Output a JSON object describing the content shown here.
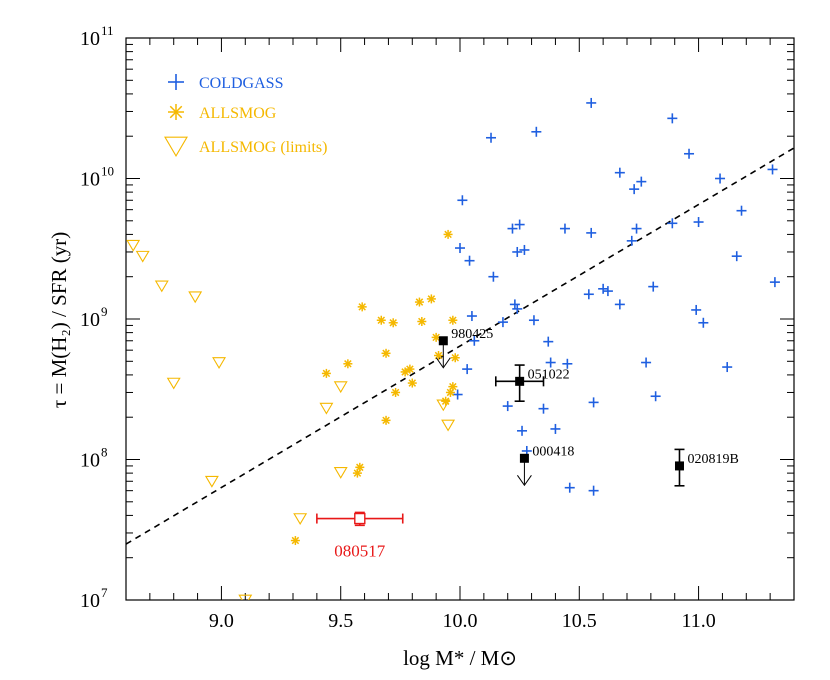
{
  "chart_data": {
    "type": "scatter",
    "xlabel": "log M* / M⊙",
    "ylabel": "τ = M(H₂) / SFR (yr)",
    "xlim": [
      8.6,
      11.4
    ],
    "ylim": [
      10000000,
      100000000000
    ],
    "yscale": "log",
    "x_ticks": [
      9.0,
      9.5,
      10.0,
      10.5,
      11.0
    ],
    "x_tick_labels": [
      "9.0",
      "9.5",
      "10.0",
      "10.5",
      "11.0"
    ],
    "y_ticks": [
      10000000,
      100000000,
      1000000000,
      10000000000,
      100000000000
    ],
    "y_tick_labels": [
      [
        "10",
        "7"
      ],
      [
        "10",
        "8"
      ],
      [
        "10",
        "9"
      ],
      [
        "10",
        "10"
      ],
      [
        "10",
        "11"
      ]
    ],
    "grid": false,
    "legend_position": "top-left",
    "colors": {
      "coldgass": "#1f5fe0",
      "allsmog": "#f5b800",
      "red": "#e81818",
      "black": "#000000"
    },
    "series": [
      {
        "name": "COLDGASS",
        "marker": "plus",
        "points": [
          [
            9.99,
            290000000
          ],
          [
            10.0,
            3200000000
          ],
          [
            10.01,
            7000000000
          ],
          [
            10.03,
            440000000
          ],
          [
            10.04,
            2600000000
          ],
          [
            10.05,
            1050000000
          ],
          [
            10.06,
            700000000
          ],
          [
            10.13,
            19500000000
          ],
          [
            10.14,
            2000000000
          ],
          [
            10.18,
            950000000
          ],
          [
            10.2,
            240000000
          ],
          [
            10.22,
            4400000000
          ],
          [
            10.23,
            1270000000
          ],
          [
            10.24,
            1180000000
          ],
          [
            10.24,
            3000000000
          ],
          [
            10.25,
            4700000000
          ],
          [
            10.26,
            160000000
          ],
          [
            10.27,
            3100000000
          ],
          [
            10.28,
            115000000
          ],
          [
            10.31,
            980000000
          ],
          [
            10.32,
            21500000000
          ],
          [
            10.35,
            230000000
          ],
          [
            10.37,
            690000000
          ],
          [
            10.38,
            490000000
          ],
          [
            10.4,
            165000000
          ],
          [
            10.44,
            4400000000
          ],
          [
            10.45,
            480000000
          ],
          [
            10.46,
            63000000
          ],
          [
            10.54,
            1500000000
          ],
          [
            10.55,
            34500000000
          ],
          [
            10.55,
            4100000000
          ],
          [
            10.56,
            60000000
          ],
          [
            10.56,
            255000000
          ],
          [
            10.6,
            1640000000
          ],
          [
            10.62,
            1580000000
          ],
          [
            10.67,
            11000000000
          ],
          [
            10.67,
            1270000000
          ],
          [
            10.72,
            3600000000
          ],
          [
            10.73,
            8400000000
          ],
          [
            10.74,
            4400000000
          ],
          [
            10.76,
            9500000000
          ],
          [
            10.78,
            490000000
          ],
          [
            10.81,
            1700000000
          ],
          [
            10.82,
            282000000
          ],
          [
            10.89,
            26800000000
          ],
          [
            10.89,
            4800000000
          ],
          [
            10.96,
            15000000000
          ],
          [
            10.99,
            1160000000
          ],
          [
            11.0,
            4900000000
          ],
          [
            11.02,
            940000000
          ],
          [
            11.09,
            10000000000
          ],
          [
            11.12,
            455000000
          ],
          [
            11.16,
            2800000000
          ],
          [
            11.18,
            5900000000
          ],
          [
            11.31,
            11600000000
          ],
          [
            11.32,
            1830000000
          ]
        ]
      },
      {
        "name": "ALLSMOG",
        "marker": "asterisk",
        "points": [
          [
            9.31,
            26500000
          ],
          [
            9.44,
            410000000
          ],
          [
            9.53,
            480000000
          ],
          [
            9.57,
            80000000
          ],
          [
            9.58,
            88000000
          ],
          [
            9.59,
            1220000000
          ],
          [
            9.67,
            980000000
          ],
          [
            9.69,
            570000000
          ],
          [
            9.69,
            190000000
          ],
          [
            9.72,
            940000000
          ],
          [
            9.73,
            300000000
          ],
          [
            9.77,
            420000000
          ],
          [
            9.79,
            440000000
          ],
          [
            9.8,
            350000000
          ],
          [
            9.83,
            1320000000
          ],
          [
            9.84,
            960000000
          ],
          [
            9.88,
            1390000000
          ],
          [
            9.9,
            740000000
          ],
          [
            9.91,
            550000000
          ],
          [
            9.94,
            260000000
          ],
          [
            9.95,
            4000000000
          ],
          [
            9.96,
            300000000
          ],
          [
            9.97,
            330000000
          ],
          [
            9.97,
            980000000
          ],
          [
            9.98,
            530000000
          ]
        ]
      },
      {
        "name": "ALLSMOG (limits)",
        "marker": "triangle-down",
        "points": [
          [
            8.63,
            3350000000
          ],
          [
            8.67,
            2800000000
          ],
          [
            8.75,
            1720000000
          ],
          [
            8.8,
            350000000
          ],
          [
            8.89,
            1440000000
          ],
          [
            8.96,
            70000000
          ],
          [
            8.99,
            490000000
          ],
          [
            9.1,
            10000000
          ],
          [
            9.33,
            38000000
          ],
          [
            9.44,
            232000000
          ],
          [
            9.5,
            81000000
          ],
          [
            9.5,
            330000000
          ],
          [
            9.93,
            245000000
          ],
          [
            9.95,
            176000000
          ]
        ]
      }
    ],
    "grbs": [
      {
        "label": "980425",
        "x": 9.93,
        "y": 700000000,
        "xerr": 0,
        "yerr_lo": 0,
        "yerr_hi": 0,
        "upper_limit": true
      },
      {
        "label": "051022",
        "x": 10.25,
        "y": 360000000,
        "xerr": 0.1,
        "yerr_lo": 100000000,
        "yerr_hi": 110000000,
        "upper_limit": false
      },
      {
        "label": "000418",
        "x": 10.27,
        "y": 102000000,
        "xerr": 0,
        "yerr_lo": 0,
        "yerr_hi": 0,
        "upper_limit": true
      },
      {
        "label": "020819B",
        "x": 10.92,
        "y": 90000000,
        "xerr": 0,
        "yerr_lo": 25000000,
        "yerr_hi": 28000000,
        "upper_limit": false
      },
      {
        "label": "080517",
        "x": 9.58,
        "y": 38000000,
        "xerr": 0.18,
        "yerr_lo": 4000000,
        "yerr_hi": 4000000,
        "upper_limit": false,
        "color": "red",
        "marker": "open-square"
      }
    ],
    "fit_line": {
      "style": "dashed",
      "x": [
        8.6,
        11.4
      ],
      "y": [
        25000000,
        16500000000
      ]
    }
  }
}
